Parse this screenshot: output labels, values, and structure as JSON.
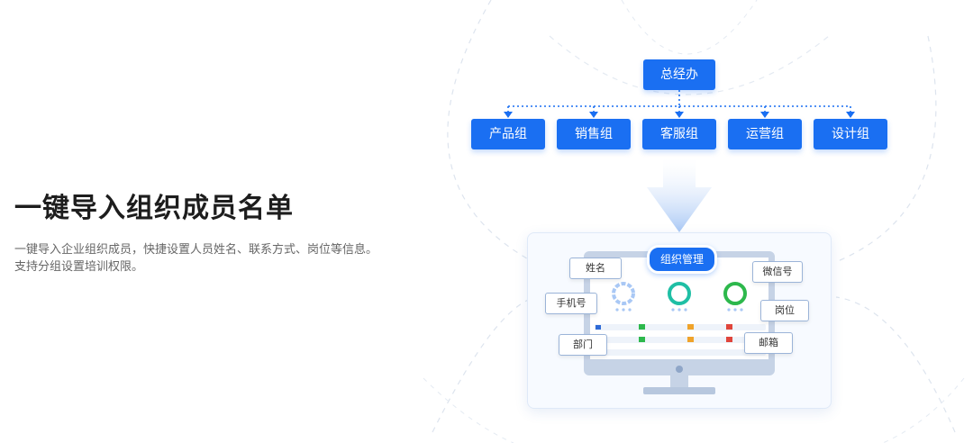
{
  "headline": "一键导入组织成员名单",
  "description": "一键导入企业组织成员，快捷设置人员姓名、联系方式、岗位等信息。支持分组设置培训权限。",
  "org_chart": {
    "root": "总经办",
    "groups": [
      "产品组",
      "销售组",
      "客服组",
      "运营组",
      "设计组"
    ]
  },
  "monitor": {
    "title": "组织管理",
    "fields": {
      "name": "姓名",
      "phone": "手机号",
      "department": "部门",
      "wechat": "微信号",
      "position": "岗位",
      "email": "邮箱"
    }
  },
  "colors": {
    "brand": "#1a6ff2",
    "ring_1": "#a9c8f5",
    "ring_2": "#1fbfa5",
    "ring_3": "#2db84c"
  }
}
